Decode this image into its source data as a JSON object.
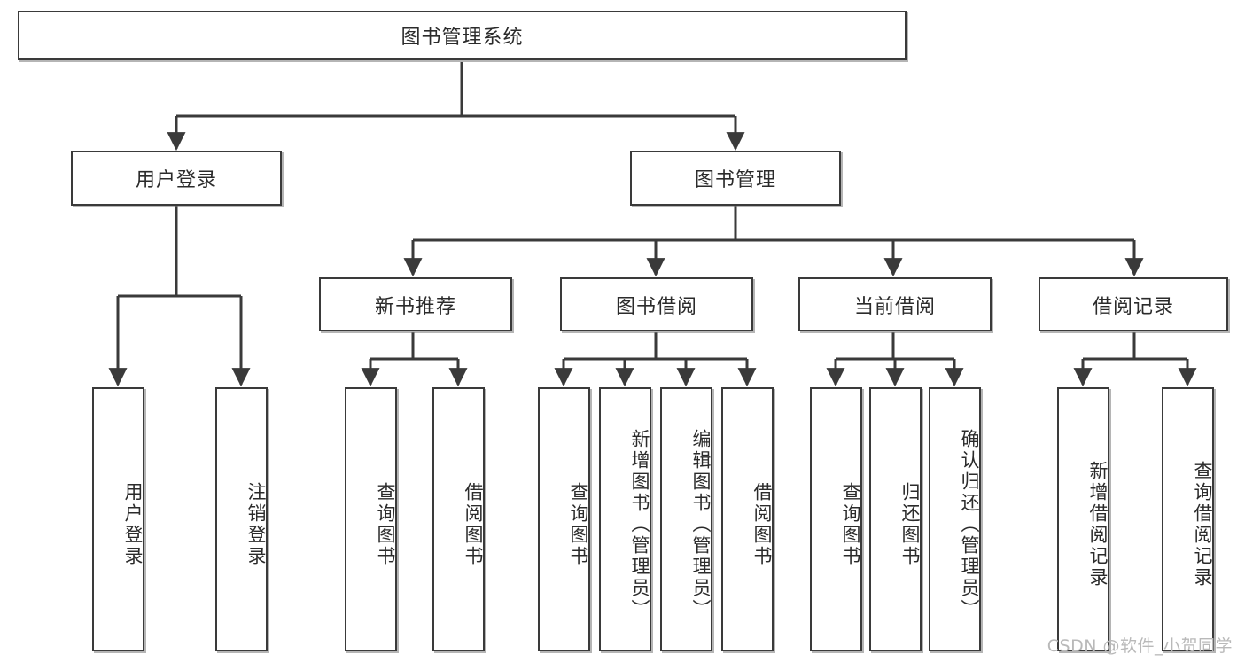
{
  "diagram": {
    "title": "图书管理系统",
    "type": "function-structure-tree",
    "watermark": "CSDN @软件_小贺同学",
    "colors": {
      "node_border": "#3a3a3a",
      "node_fill": "#ffffff",
      "edge": "#3a3a3a",
      "text": "#2b2b2b",
      "watermark": "#b9b9b9"
    },
    "root": {
      "label": "图书管理系统"
    },
    "level2": [
      {
        "label": "用户登录"
      },
      {
        "label": "图书管理"
      }
    ],
    "level3": [
      {
        "label": "新书推荐"
      },
      {
        "label": "图书借阅"
      },
      {
        "label": "当前借阅"
      },
      {
        "label": "借阅记录"
      }
    ],
    "leaves": {
      "user_login": [
        {
          "label": "用户登录"
        },
        {
          "label": "注销登录"
        }
      ],
      "new_book_recommend": [
        {
          "label": "查询图书"
        },
        {
          "label": "借阅图书"
        }
      ],
      "book_borrow": [
        {
          "label": "查询图书"
        },
        {
          "label": "新增图书（管理员）"
        },
        {
          "label": "编辑图书（管理员）"
        },
        {
          "label": "借阅图书"
        }
      ],
      "current_borrow": [
        {
          "label": "查询图书"
        },
        {
          "label": "归还图书"
        },
        {
          "label": "确认归还（管理员）"
        }
      ],
      "borrow_record": [
        {
          "label": "新增借阅记录"
        },
        {
          "label": "查询借阅记录"
        }
      ]
    }
  }
}
